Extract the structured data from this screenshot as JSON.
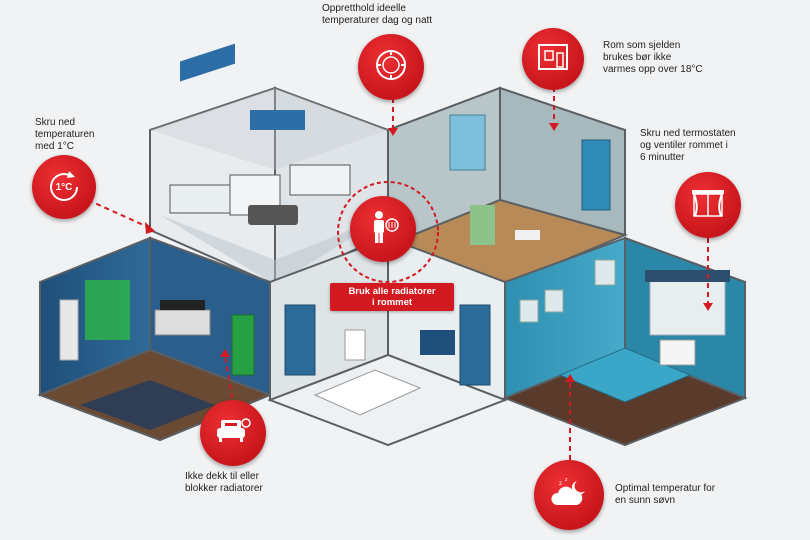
{
  "tips": {
    "top_center": "Oppretthold ideelle\ntemperaturer dag og natt",
    "top_right": "Rom som sjelden\nbrukes bør ikke\nvarmes opp over 18°C",
    "left": "Skru ned\ntemperaturen\nmed 1°C",
    "right": "Skru ned termostaten\nog ventiler rommet i\n6 minutter",
    "center_banner": "Bruk alle radiatorer\ni rommet",
    "bottom_left": "Ikke dekk til eller\nblokker radiatorer",
    "bottom_right": "Optimal temperatur for\nen sunn søvn"
  },
  "icons": {
    "thermostat_badge": "thermostat-dial-icon",
    "one_degree_badge": "one-degree-icon",
    "one_degree_text": "1°C",
    "room_badge": "room-frame-icon",
    "window_badge": "window-curtain-icon",
    "person_badge": "person-radiator-icon",
    "sofa_badge": "sofa-radiator-icon",
    "sleep_badge": "cloud-moon-icon"
  },
  "colors": {
    "accent_red": "#d41a21",
    "background": "#f1f2f3"
  }
}
